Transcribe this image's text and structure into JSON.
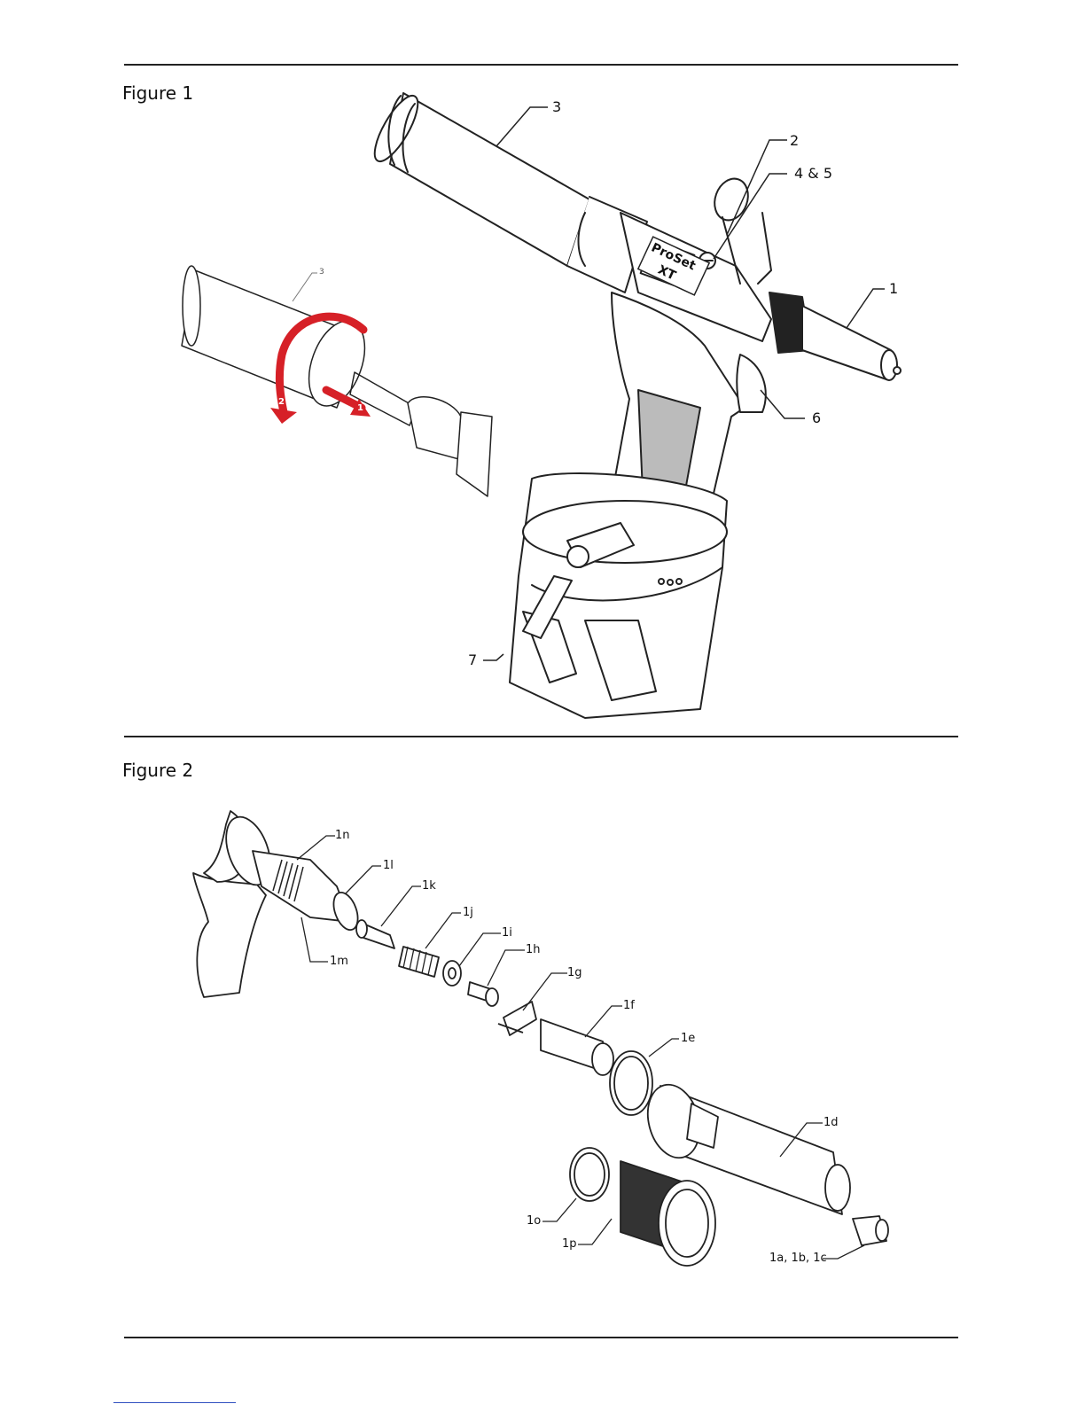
{
  "figure1": {
    "title": "Figure 1",
    "callouts": {
      "c3": "3",
      "c2": "2",
      "c45": "4 & 5",
      "c1": "1",
      "c6": "6",
      "c7": "7",
      "inset3": "3"
    },
    "device_label": {
      "line1": "ProSet",
      "line2": "XT"
    },
    "arrow_labels": {
      "a1": "1",
      "a2": "2"
    },
    "accent_color": "#d62027"
  },
  "figure2": {
    "title": "Figure 2",
    "callouts": {
      "c1n": "1n",
      "c1l": "1l",
      "c1k": "1k",
      "c1j": "1j",
      "c1i": "1i",
      "c1h": "1h",
      "c1g": "1g",
      "c1f": "1f",
      "c1e": "1e",
      "c1d": "1d",
      "c1m": "1m",
      "c1o": "1o",
      "c1p": "1p",
      "c1abc": "1a, 1b, 1c"
    }
  }
}
